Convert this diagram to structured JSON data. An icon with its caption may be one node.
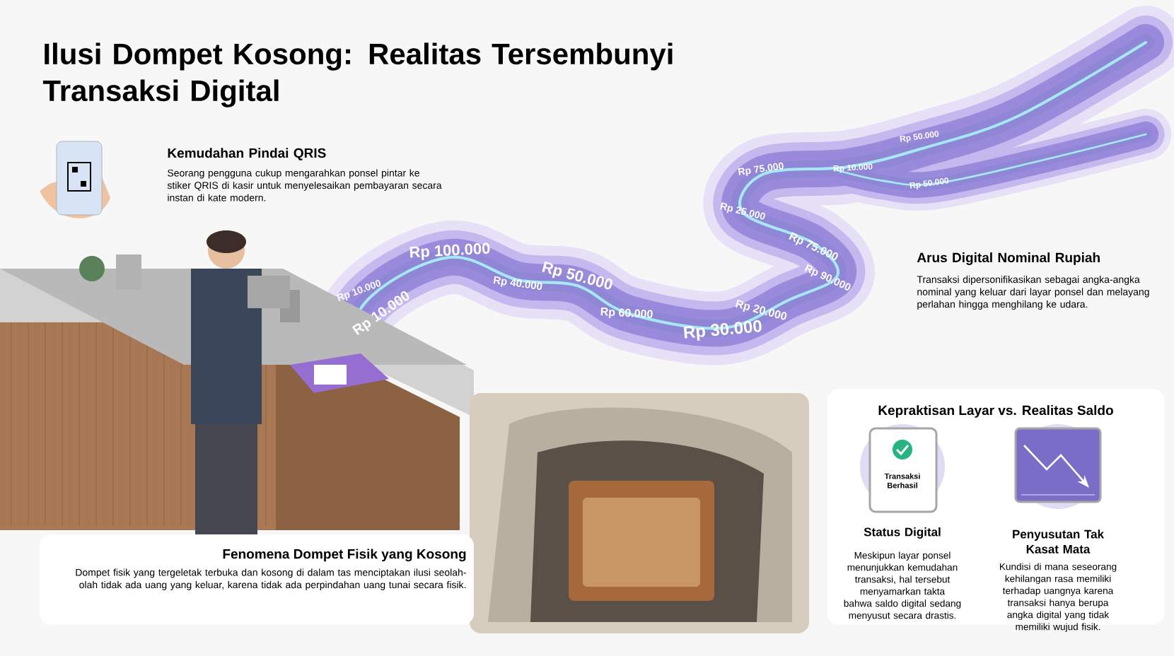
{
  "diagram": {
    "title": "Ilusi Dompet Kosong: Realitas Tersembunyi Transaksi Digital",
    "nodes": [
      {
        "text": [
          "Fenomena Dompet Fisik yang Kosong",
          "Dompet fisik yang tergeletak terbuka dan kosong di dalam tas menciptakan ilusi seolah-olah tidak ada uang yang keluar, karena tidak ada perpindahan uang tunai secara fisik."
        ]
      },
      {
        "text": [
          "Kepraktisan Layar vs. Realitas Saldo",
          "Status Digital",
          "Meskipun layar ponsel menunjukkan kemudahan transaksi, hal tersebut menyamarkan takta bahwa saldo digital sedang menyusut secara drastis.",
          "Penyusutan Tak Kasat Mata",
          "Kundisi di mana seseorang kehilangan rasa memiliki terhadap uangnya karena transaksi hanya berupa angka digital yang tidak memiliki wujud fisik."
        ]
      }
    ],
    "labels": [
      "Kemudahan Pindai QRIS",
      "Seorang pengguna cukup mengarahkan ponsel pintar ke stiker QRIS di kasir untuk menyelesaikan pembayaran secara instan di kate modern.",
      "Rp 50.000",
      "Rp 75.000",
      "Rp 10.000",
      "Rp 50.000",
      "Rp 25.000",
      "Rp 100.000",
      "Rp 75.000",
      "Rp 10.000",
      "Rp 50.000",
      "Rp 40.000",
      "Rp 10.000",
      "Rp 20.000",
      "Rp 90.000",
      "Rp 60.000",
      "Rp 30.000",
      "Arus Digital Nominal Rupiah",
      "Transaksi dipersonifikasikan sebagai angka-angka nominal yang keluar dari layar ponsel dan melayang perlahan hingga menghilang ke udara.",
      "Transaksi Berhasil"
    ]
  }
}
